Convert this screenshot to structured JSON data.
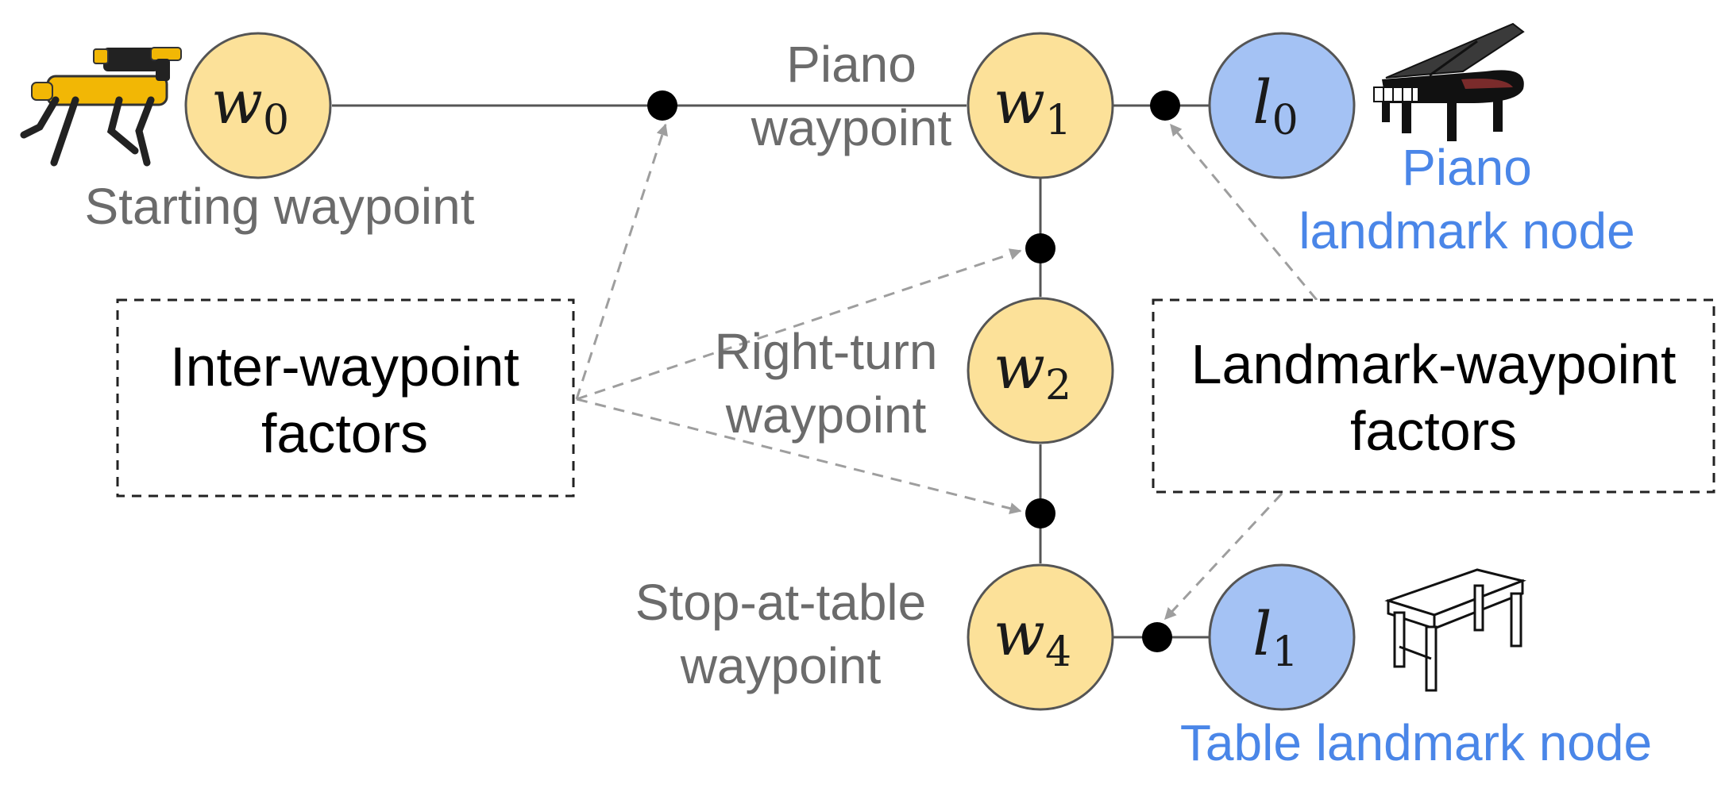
{
  "colors": {
    "waypoint_fill": "#fce199",
    "landmark_fill": "#a4c2f4",
    "node_stroke": "#555555",
    "edge": "#555555",
    "factor_dot": "#000000",
    "dashed_arrow": "#9e9e9e",
    "gray_text": "#6b6b6b",
    "blue_text": "#4a86e8"
  },
  "nodes": {
    "w0": {
      "base": "w",
      "sub": "0",
      "kind": "waypoint"
    },
    "w1": {
      "base": "w",
      "sub": "1",
      "kind": "waypoint"
    },
    "w2": {
      "base": "w",
      "sub": "2",
      "kind": "waypoint"
    },
    "w4": {
      "base": "w",
      "sub": "4",
      "kind": "waypoint"
    },
    "l0": {
      "base": "l",
      "sub": "0",
      "kind": "landmark"
    },
    "l1": {
      "base": "l",
      "sub": "1",
      "kind": "landmark"
    }
  },
  "labels": {
    "starting": "Starting waypoint",
    "piano_wp_line1": "Piano",
    "piano_wp_line2": "waypoint",
    "right_turn_line1": "Right-turn",
    "right_turn_line2": "waypoint",
    "stop_table_line1": "Stop-at-table",
    "stop_table_line2": "waypoint",
    "piano_lm_line1": "Piano",
    "piano_lm_line2": "landmark node",
    "table_lm": "Table landmark node"
  },
  "boxes": {
    "inter_line1": "Inter-waypoint",
    "inter_line2": "factors",
    "landmark_line1": "Landmark-waypoint",
    "landmark_line2": "factors"
  },
  "icons": {
    "robot": "robot-dog-icon",
    "piano": "grand-piano-icon",
    "table": "table-icon"
  }
}
